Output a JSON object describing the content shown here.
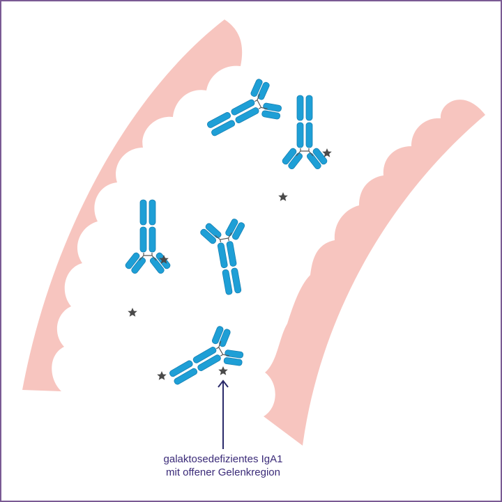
{
  "caption": {
    "line1": "galaktosedefizientes IgA1",
    "line2": "mit offener Gelenkregion"
  },
  "colors": {
    "frame": "#7a5a94",
    "vessel_wall": "#f7c5bf",
    "antibody": "#1e9fd6",
    "antibody_edge": "#1680b3",
    "hinge": "#555555",
    "star": "#4a4a4a",
    "arrow": "#2a2a6a",
    "caption": "#3a2a78"
  },
  "icons": {
    "vessel": "vessel-wall",
    "antibody": "iga1-antibody",
    "marker": "star-icon",
    "pointer": "arrow-up-icon"
  }
}
